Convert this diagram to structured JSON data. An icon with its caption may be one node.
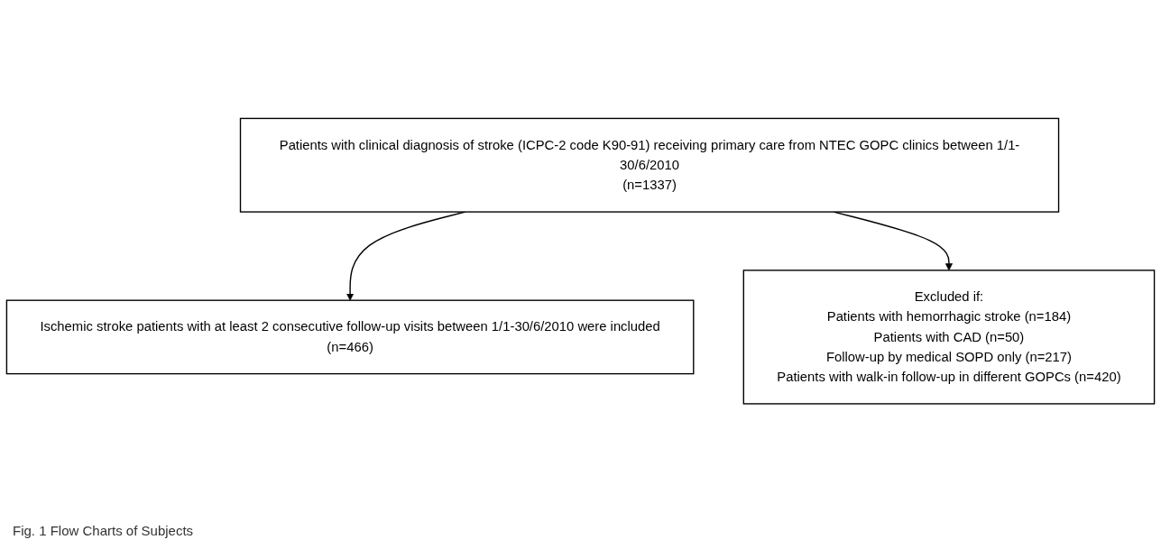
{
  "diagram": {
    "caption": "Fig. 1 Flow Charts of Subjects",
    "nodes": [
      {
        "text": [
          "Patients with clinical diagnosis of stroke (ICPC-2 code K90-91) receiving primary care from NTEC GOPC clinics between 1/1-30/6/2010",
          "(n=1337)"
        ]
      },
      {
        "text": [
          "Excluded if:",
          "Patients with hemorrhagic stroke (n=184)",
          "Patients with CAD (n=50)",
          "Follow-up by medical SOPD only (n=217)",
          "Patients with walk-in follow-up in different GOPCs (n=420)"
        ]
      },
      {
        "text": [
          "Ischemic stroke patients with at least 2 consecutive follow-up visits between 1/1-30/6/2010 were included",
          "(n=466)"
        ]
      }
    ],
    "edges": [
      {
        "from": 0,
        "to": 2,
        "arrow": "to"
      },
      {
        "from": 0,
        "to": 1,
        "arrow": "to"
      }
    ]
  }
}
